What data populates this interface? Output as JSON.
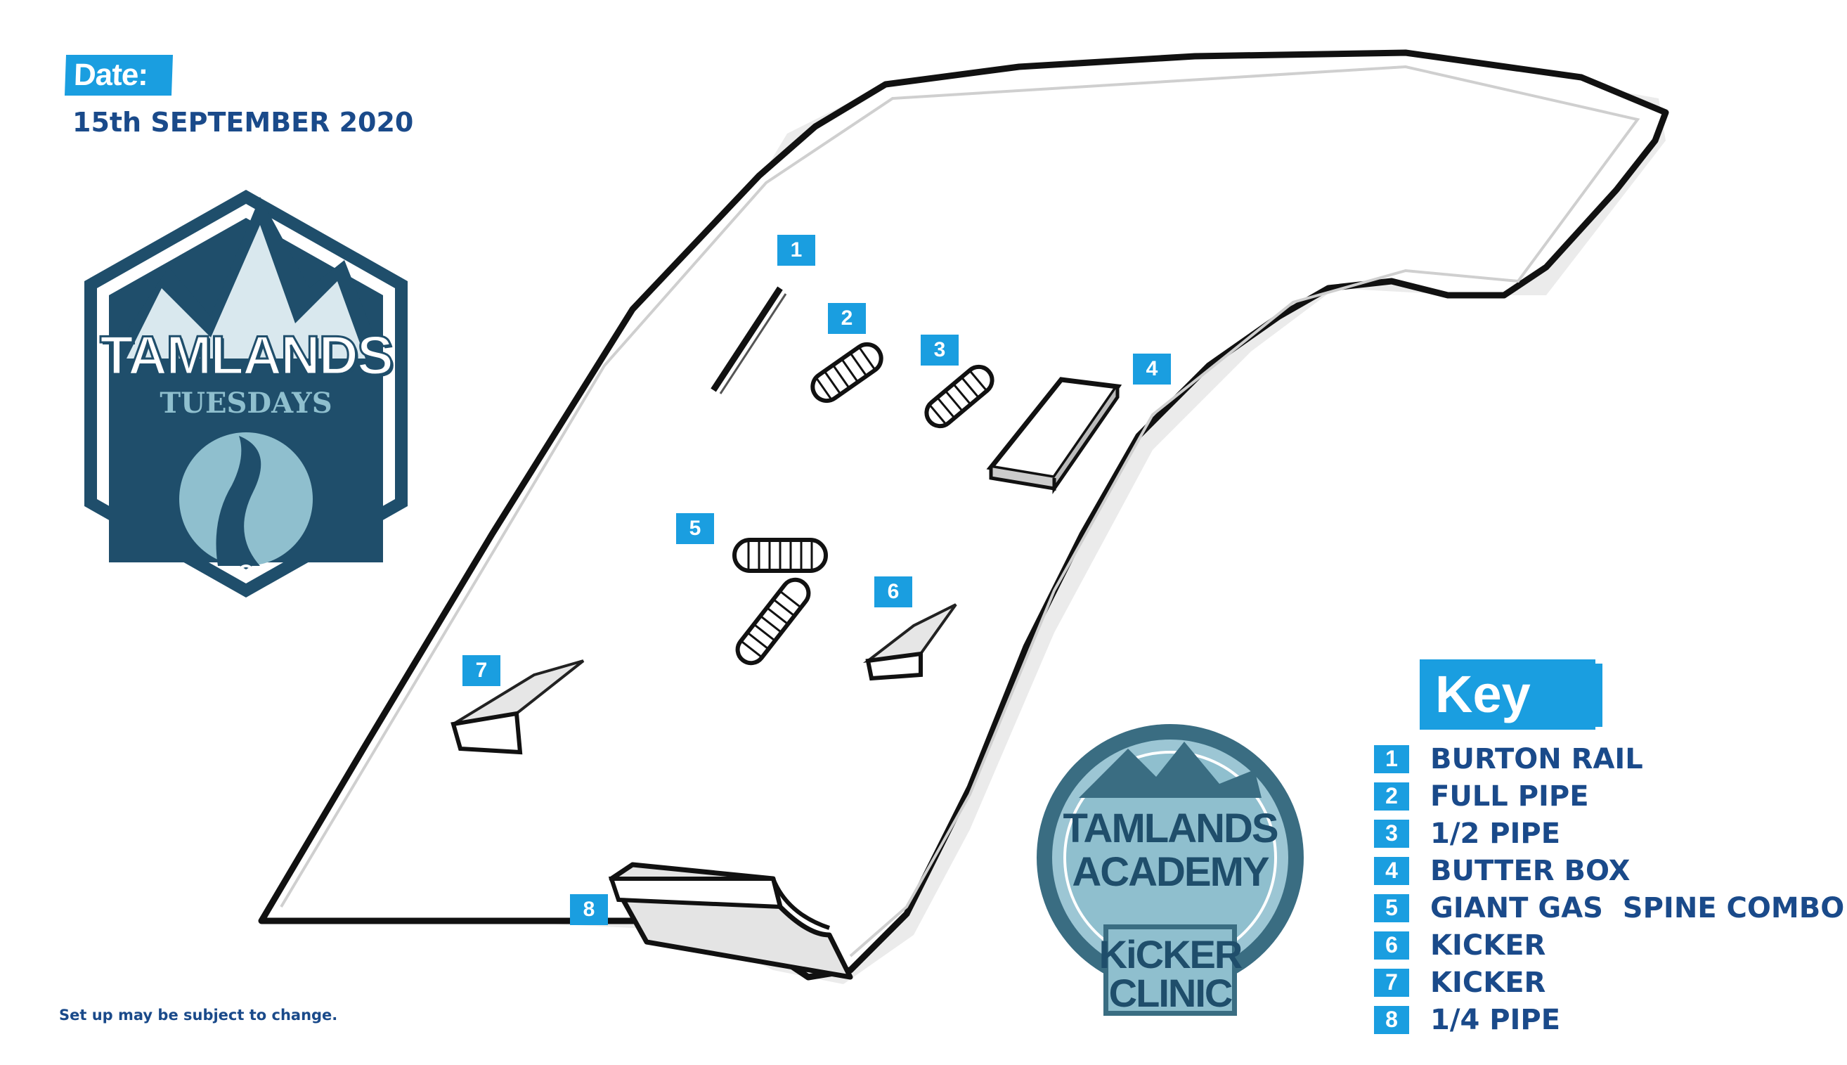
{
  "header": {
    "date_label": "Date:",
    "date_value": "15th SEPTEMBER 2020"
  },
  "footer": {
    "disclaimer": "Set up may be subject to change."
  },
  "logos": {
    "tuesdays": {
      "line1": "TAMLANDS",
      "line2": "TUESDAYS"
    },
    "academy": {
      "line1": "TAMLANDS",
      "line2": "ACADEMY",
      "line3": "KiCKER",
      "line4": "CLINIC"
    }
  },
  "key": {
    "title": "Key",
    "items": [
      {
        "num": "1",
        "label": "BURTON RAIL"
      },
      {
        "num": "2",
        "label": "FULL PIPE"
      },
      {
        "num": "3",
        "label": "1/2 PIPE"
      },
      {
        "num": "4",
        "label": "BUTTER BOX"
      },
      {
        "num": "5",
        "label": "GIANT GAS  SPINE COMBO"
      },
      {
        "num": "6",
        "label": "KICKER"
      },
      {
        "num": "7",
        "label": "KICKER"
      },
      {
        "num": "8",
        "label": "1/4 PIPE"
      }
    ]
  },
  "markers": [
    "1",
    "2",
    "3",
    "4",
    "5",
    "6",
    "7",
    "8"
  ],
  "colors": {
    "accent": "#1a9ee0",
    "text": "#1a4a8a",
    "logo_dark": "#1f4e6b",
    "logo_light": "#8fbfce"
  }
}
